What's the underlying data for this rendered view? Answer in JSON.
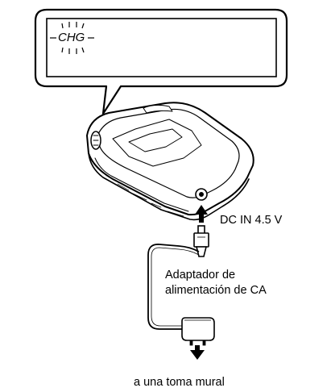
{
  "lcd": {
    "indicator": "CHG"
  },
  "labels": {
    "dc_in": "DC IN 4.5 V",
    "adapter_line1": "Adaptador de",
    "adapter_line2": "alimentación de CA",
    "wall_outlet": "a una toma mural"
  },
  "colors": {
    "line": "#000000",
    "fill": "#ffffff",
    "shade": "#d0d0d0"
  }
}
